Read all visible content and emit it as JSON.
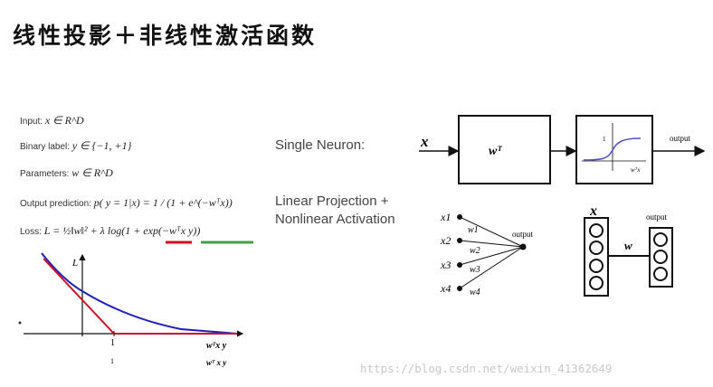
{
  "title": "线性投影＋非线性激活函数",
  "formulas": {
    "input_label": "Input:",
    "input_expr": "x ∈ R^D",
    "binary_label": "Binary label:",
    "binary_expr": "y ∈ {−1, +1}",
    "params_label": "Parameters:",
    "params_expr": "w ∈ R^D",
    "output_label": "Output prediction:",
    "output_expr": "p( y = 1|x) = 1 / (1 + e^(−wᵀx))",
    "loss_label": "Loss:",
    "loss_expr": "L = ½‖w‖² + λ log(1 + exp(−wᵀx y))"
  },
  "loss_plot": {
    "y_axis_label": "L",
    "tick_one": "1",
    "x_axis_label": "wᵀx y",
    "x_axis_label_repeat": "wᵀ x y",
    "tick_one_repeat": "1",
    "colors": {
      "logistic": "#2020c0",
      "hinge": "#d01020",
      "underline_red": "#d01020",
      "underline_green": "#40a040"
    }
  },
  "single_neuron": {
    "label": "Single Neuron:",
    "input": "x",
    "box": "wᵀ",
    "sigmoid_tick": "1",
    "sigmoid_axis": "wᵀx",
    "output": "output"
  },
  "linear_projection": {
    "label_line1": "Linear Projection +",
    "label_line2": "Nonlinear Activation",
    "inputs": [
      "x1",
      "x2",
      "x3",
      "x4"
    ],
    "weights": [
      "w1",
      "w2",
      "w3",
      "w4"
    ],
    "output": "output"
  },
  "layer_diagram": {
    "input": "x",
    "weight": "w",
    "output": "output"
  },
  "watermark": "https://blog.csdn.net/weixin_41362649"
}
